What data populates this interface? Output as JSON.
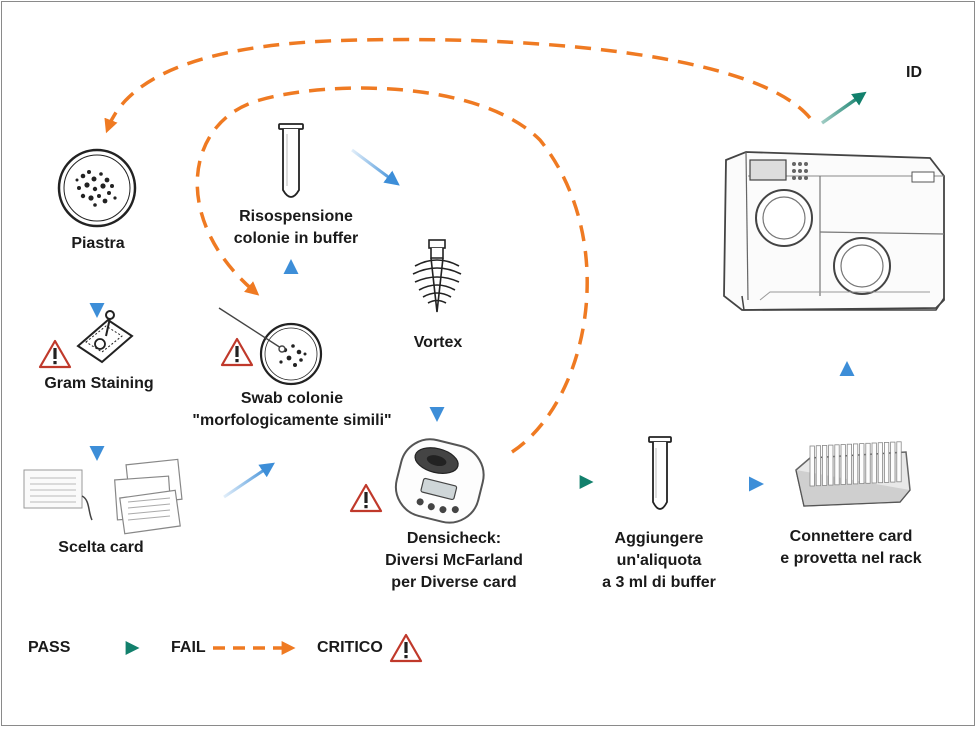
{
  "steps": {
    "piastra": "Piastra",
    "gram": "Gram Staining",
    "scelta": "Scelta card",
    "swab_1": "Swab colonie",
    "swab_2": "\"morfologicamente simili\"",
    "risosp_1": "Risospensione",
    "risosp_2": "colonie in buffer",
    "vortex": "Vortex",
    "densi_1": "Densicheck:",
    "densi_2": "Diversi McFarland",
    "densi_3": "per Diverse card",
    "aggiungere_1": "Aggiungere",
    "aggiungere_2": "un'aliquota",
    "aggiungere_3": "a 3 ml di buffer",
    "connettere_1": "Connettere card",
    "connettere_2": "e provetta nel rack",
    "id": "ID"
  },
  "legend": {
    "pass": "PASS",
    "fail": "FAIL",
    "critico": "CRITICO"
  },
  "colors": {
    "pass": "#12806c",
    "fail": "#ef7a22",
    "flow": "#3d8ed8",
    "warning": "#c0392b"
  },
  "icons": {
    "warning": "warning-triangle-icon",
    "plate": "petri-dish-icon",
    "tube": "test-tube-icon",
    "vortex": "vortex-icon",
    "densitometer": "densitometer-icon",
    "cards": "card-sheets-icon",
    "rack": "card-rack-icon",
    "instrument": "analyzer-instrument-icon"
  }
}
